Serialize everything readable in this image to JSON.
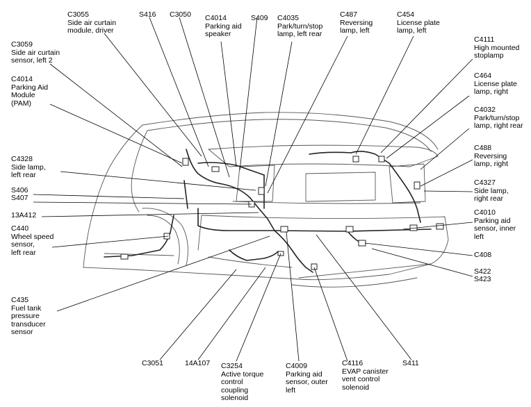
{
  "labels": {
    "c3055": "C3055\nSide air curtain\nmodule, driver",
    "s416": "S416",
    "c3050": "C3050",
    "c4014_speaker": "C4014\nParking aid\nspeaker",
    "s409": "S409",
    "c4035": "C4035\nPark/turn/stop\nlamp, left rear",
    "c487": "C487\nReversing\nlamp, left",
    "c454": "C454\nLicense plate\nlamp, left",
    "c3059": "C3059\nSide air curtain\nsensor, left 2",
    "c4111": "C4111\nHigh mounted\nstoplamp",
    "c4014_pam": "C4014\nParking Aid\nModule\n(PAM)",
    "c464": "C464\nLicense plate\nlamp, right",
    "c4032": "C4032\nPark/turn/stop\nlamp, right rear",
    "c488": "C488\nReversing\nlamp, right",
    "c4328": "C4328\nSide lamp,\nleft rear",
    "c4327": "C4327\nSide lamp,\nright rear",
    "s406": "S406",
    "s407": "S407",
    "13a412": "13A412",
    "c4010": "C4010\nParking aid\nsensor, inner\nleft",
    "c440": "C440\nWheel speed\nsensor,\nleft rear",
    "c408": "C408",
    "s422": "S422",
    "s423": "S423",
    "c435": "C435\nFuel tank\npressure\ntransducer\nsensor",
    "c3051": "C3051",
    "14a107": "14A107",
    "c3254": "C3254\nActive torque\ncontrol\ncoupling\nsolenoid",
    "c4009": "C4009\nParking aid\nsensor, outer\nleft",
    "c4116": "C4116\nEVAP canister\nvent control\nsolenoid",
    "s411": "S411"
  }
}
